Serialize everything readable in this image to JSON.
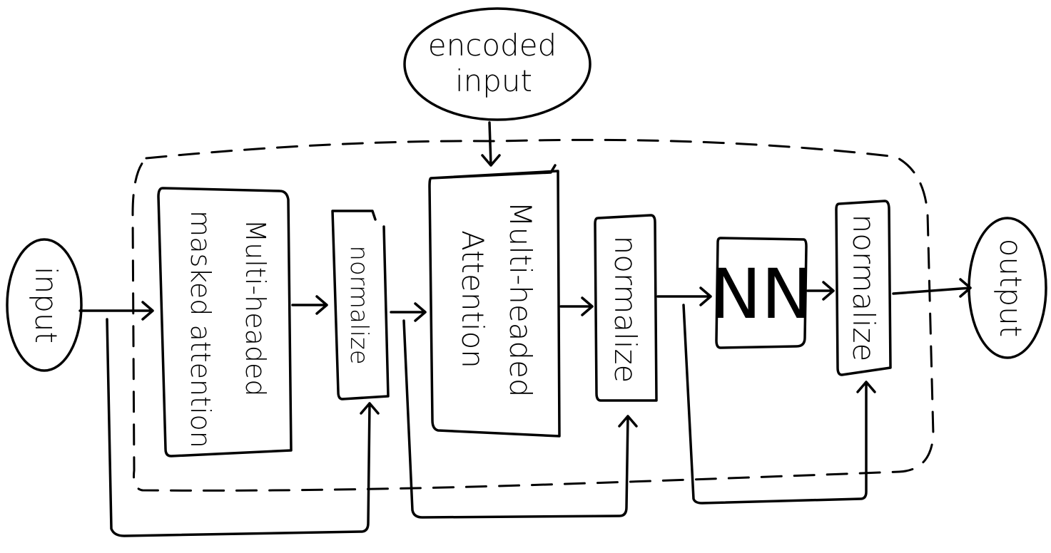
{
  "nodes": {
    "encoded_input": {
      "line1": "encoded",
      "line2": "input"
    },
    "input": "input",
    "masked_attention": {
      "line1": "Multi-headed",
      "line2": "masked attention"
    },
    "normalize_1": "normalize",
    "multi_attention": {
      "line1": "Multi-headed",
      "line2": "Attention"
    },
    "normalize_2": "normalize",
    "nn": "NN",
    "normalize_3": "normalize",
    "output": "output"
  },
  "icons": {
    "arrows": "arrow-right-icon",
    "arrow_down": "arrow-down-icon",
    "arrow_up": "arrow-up-icon"
  }
}
